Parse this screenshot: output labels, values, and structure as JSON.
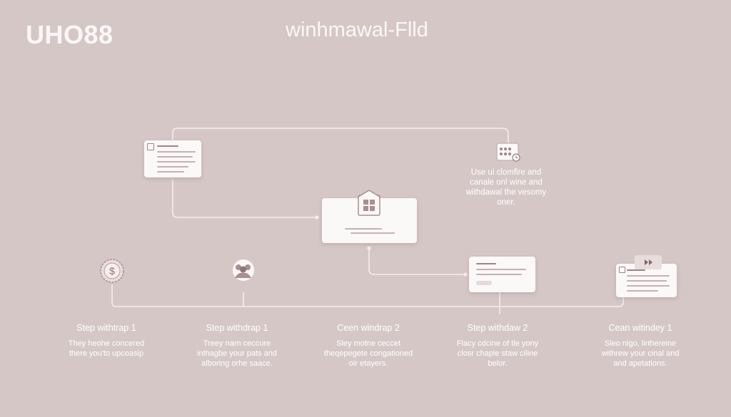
{
  "header": {
    "brand": "UHO88",
    "title": "winhmawal-Flld"
  },
  "note": {
    "lines": [
      "Use ui clomfire and",
      "canale onl wine and",
      "withdawal the vesomy",
      "oner."
    ]
  },
  "steps": [
    {
      "title": "Step withtrap 1",
      "lines": [
        "They heohe concered",
        "there you'to upcoasip"
      ]
    },
    {
      "title": "Step withdrap 1",
      "lines": [
        "Treey narn ceccure",
        "inthagbe your pats and",
        "alboring orhe saace."
      ]
    },
    {
      "title": "Ceen windrap 2",
      "lines": [
        "Sley motne ceccet",
        "theqepegete congationed",
        "oir etayers."
      ]
    },
    {
      "title": "Step withdaw 2",
      "lines": [
        "Flacy cdcine of tle yony",
        "closr chaple staw ciline",
        "belor."
      ]
    },
    {
      "title": "Cean witindey 1",
      "lines": [
        "Sleo nigo, lirthereine",
        "withrew your cinal and",
        "and apetations."
      ]
    }
  ],
  "icons": {
    "dollar": "dollar-coin-icon",
    "people": "people-icon",
    "bank": "bank-building-icon",
    "form": "form-document-icon",
    "calendar": "calendar-icon",
    "video": "video-play-icon"
  },
  "colors": {
    "background": "#d6c7c7",
    "card": "#fbf8f8",
    "connector": "#f4eded",
    "accent": "#a98e92"
  }
}
